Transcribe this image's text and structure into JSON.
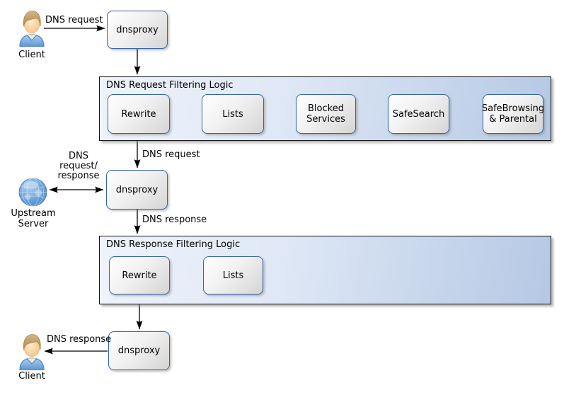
{
  "nodes": {
    "client_top": "Client",
    "client_bottom": "Client",
    "upstream_server": [
      "Upstream",
      "Server"
    ],
    "dnsproxy_top": "dnsproxy",
    "dnsproxy_middle": "dnsproxy",
    "dnsproxy_bottom": "dnsproxy"
  },
  "containers": {
    "request": {
      "title": "DNS Request Filtering Logic",
      "steps": [
        "Rewrite",
        "Lists",
        "Blocked Services",
        "SafeSearch",
        "SafeBrowsing & Parental"
      ]
    },
    "response": {
      "title": "DNS Response Filtering Logic",
      "steps": [
        "Rewrite",
        "Lists"
      ]
    }
  },
  "edge_labels": {
    "client_to_dnsproxy": "DNS request",
    "filter_to_dnsproxy": "DNS request",
    "upstream_exchange": [
      "DNS",
      "request/",
      "response"
    ],
    "dnsproxy_to_filter": "DNS response",
    "dnsproxy_to_client": "DNS response"
  },
  "colors": {
    "node_border": "#3465a4",
    "node_fill_start": "#ffffff",
    "node_fill_end": "#d5d5d5",
    "container_fill_start": "#eff3fb",
    "container_fill_end": "#b5c8e4",
    "container_border": "#141414",
    "arrow": "#000000",
    "person_shirt": "#7fb1e8",
    "person_hair": "#c9a876",
    "person_face": "#fcd9a9",
    "globe_blue": "#5b93cf"
  }
}
